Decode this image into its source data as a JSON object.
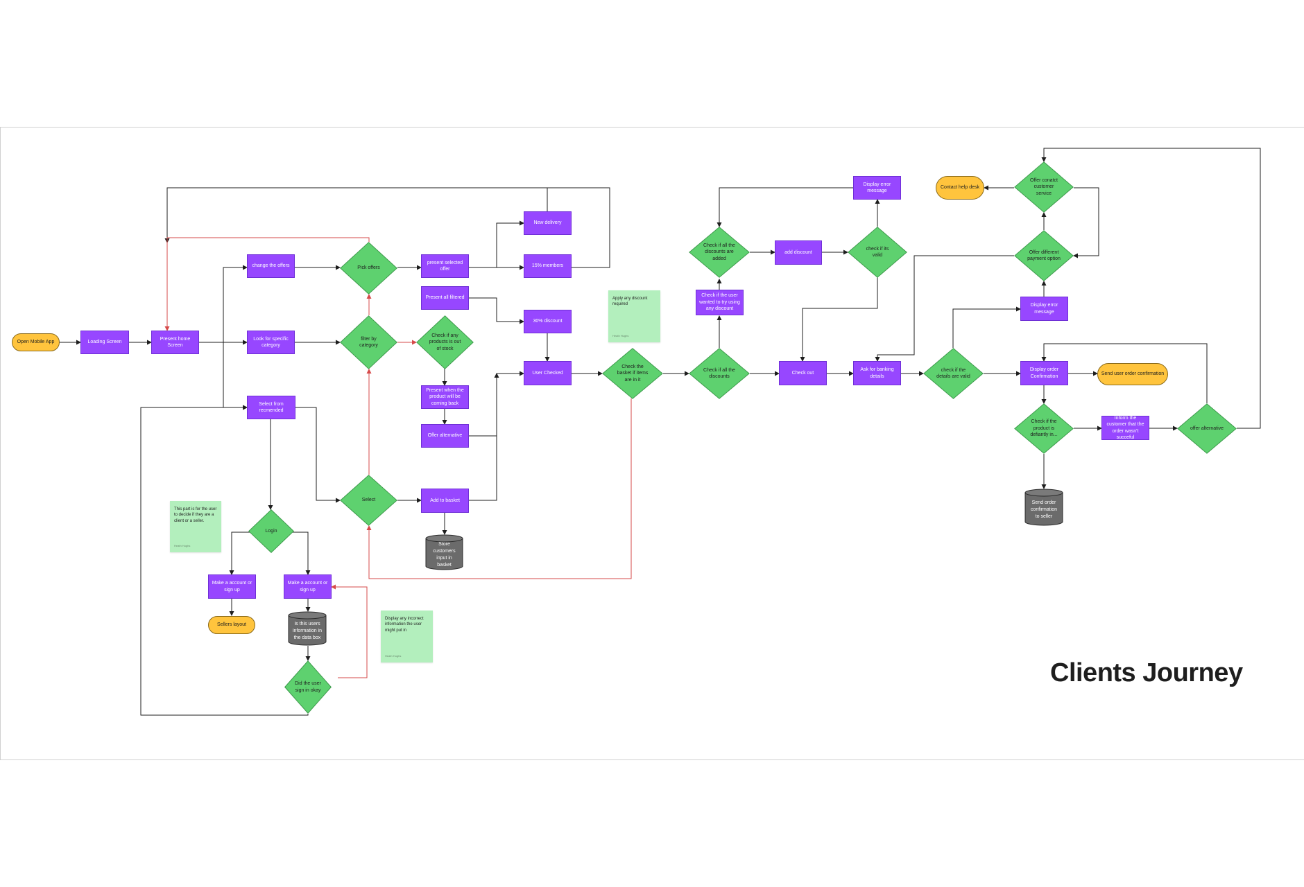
{
  "title": "Clients Journey",
  "colors": {
    "process": "#9747ff",
    "decision": "#5ed16f",
    "terminal": "#ffc43d",
    "database": "#6b6b6b",
    "sticky": "#b3efbd",
    "connector": "#1e1e1e",
    "connector_alt": "#d64a4a"
  },
  "nodes": {
    "open_app": "Open Mobile App",
    "loading": "Loading Screen",
    "home": "Present home Screen",
    "change_offers": "change the offers",
    "look_category": "Look for specific category",
    "select_recommended": "Select from recmended",
    "pick_offers": "Pick offers",
    "filter_category": "filter by category",
    "select": "Select",
    "present_selected_offer": "present selected offer",
    "present_all_filtered": "Present all filtered",
    "check_out_of_stock": "Check if any products is out of stock",
    "present_when_back": "Present when the product will be coming back",
    "offer_alternative": "Offer alternative",
    "add_to_basket": "Add to basket",
    "store_customers": "Store customers input in basket",
    "new_delivery": "New delivery",
    "members_15": "15% members",
    "discount_30": "30% discount",
    "user_checked": "User Checked",
    "check_basket": "Check the basket if items are in it",
    "check_all_discounts": "Check if all the discounts",
    "check_user_wanted": "Check if the user wanted to try using any discount",
    "check_all_added": "Check if all the discounts are added",
    "add_discount": "add discount",
    "check_valid": "check if its valid",
    "display_error_1": "Display error message",
    "check_out": "Check out",
    "ask_banking": "Ask for banking details",
    "check_details_valid": "check if the details are valid",
    "display_error_2": "Display error message",
    "offer_diff_payment": "Offer different payment option",
    "offer_contact_cs": "Offer conatct customer service",
    "contact_help": "Contact help desk",
    "display_confirmation": "Display order Confirmation",
    "send_confirmation": "Send user order confirmation",
    "check_product_def": "Check if the product is defiantly in...",
    "inform_customer": "Inform the customer that the order wasn't succeful",
    "offer_alternative_2": "offer alternative",
    "send_to_seller": "Send order confirmation to seller",
    "login": "Login",
    "make_account_seller": "Make a account or sign up",
    "sellers_layout": "Sellers layout",
    "make_account_client": "Make a account or sign up",
    "is_user_info": "Is this users information in the data box",
    "did_user_sign": "Did the user sign in okay"
  },
  "stickies": {
    "discount_note": {
      "text": "Apply any discount required",
      "author": "Heath Hughs"
    },
    "user_type_note": {
      "text": "This part is for the user to decide if they are a client or a seller.",
      "author": "Heath Hughs"
    },
    "incorrect_info_note": {
      "text": "Display any incorrect information the user might put in",
      "author": "Heath Hughs"
    }
  }
}
